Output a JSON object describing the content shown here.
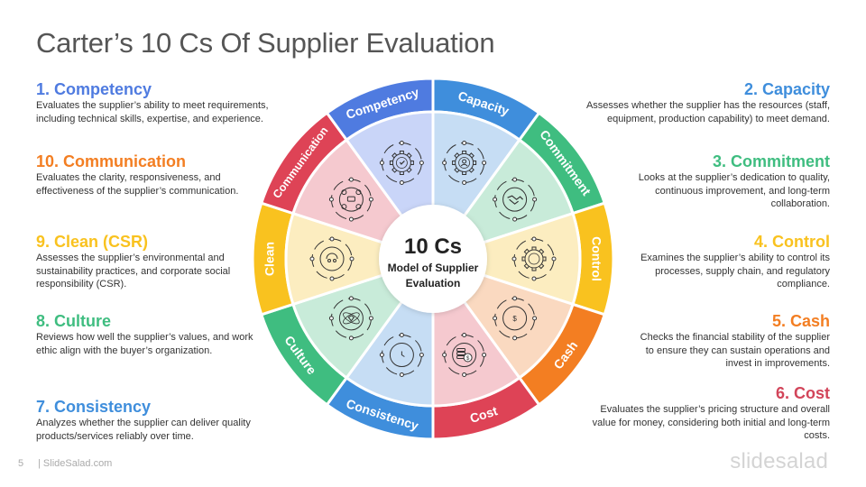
{
  "title": "Carter’s 10 Cs Of Supplier Evaluation",
  "center": {
    "heading": "10 Cs",
    "line1": "Model of Supplier",
    "line2": "Evaluation"
  },
  "items": [
    {
      "num": 1,
      "heading": "1. Competency",
      "label": "Competency",
      "color": "#4F7BE0",
      "light": "#C9D5F8",
      "icon": "gear-check-icon",
      "desc": "Evaluates the supplier’s ability to meet requirements, including technical skills, expertise, and experience."
    },
    {
      "num": 2,
      "heading": "2. Capacity",
      "label": "Capacity",
      "color": "#3F8EDC",
      "light": "#C6DDF4",
      "icon": "gear-user-icon",
      "desc": "Assesses whether the supplier has the resources (staff, equipment, production capability) to meet demand."
    },
    {
      "num": 3,
      "heading": "3. Commitment",
      "label": "Commitment",
      "color": "#3FBD80",
      "light": "#C8EBD9",
      "icon": "handshake-icon",
      "desc": "Looks at the supplier’s dedication to quality, continuous improvement, and long-term collaboration."
    },
    {
      "num": 4,
      "heading": "4. Control",
      "label": "Control",
      "color": "#F9C21F",
      "light": "#FCEDC0",
      "icon": "gear-cycle-icon",
      "desc": "Examines the supplier’s ability to control its processes, supply chain, and regulatory compliance."
    },
    {
      "num": 5,
      "heading": "5. Cash",
      "label": "Cash",
      "color": "#F37E22",
      "light": "#FAD9C0",
      "icon": "dollar-cycle-icon",
      "desc": "Checks the financial stability of the supplier to ensure they can sustain operations and invest in improvements."
    },
    {
      "num": 6,
      "heading": "6. Cost",
      "label": "Cost",
      "color": "#DE4356",
      "light": "#F5C9CF",
      "icon": "coins-dollar-icon",
      "desc": "Evaluates the supplier’s pricing structure and overall value for money, considering both initial and long-term costs."
    },
    {
      "num": 7,
      "heading": "7. Consistency",
      "label": "Consistency",
      "color": "#3F8EDC",
      "light": "#C6DDF4",
      "icon": "clock-cycle-icon",
      "desc": "Analyzes whether the supplier can deliver quality products/services reliably over time."
    },
    {
      "num": 8,
      "heading": "8. Culture",
      "label": "Culture",
      "color": "#3FBD80",
      "light": "#C8EBD9",
      "icon": "atom-diamond-icon",
      "desc": "Reviews how well the supplier’s values, and work ethic align with the buyer’s organization."
    },
    {
      "num": 9,
      "heading": "9. Clean (CSR)",
      "label": "Clean",
      "color": "#F9C21F",
      "light": "#FCEDC0",
      "icon": "globe-people-icon",
      "desc": "Assesses the supplier’s environmental and sustainability practices, and corporate social responsibility (CSR)."
    },
    {
      "num": 10,
      "heading": "10. Communication",
      "label": "Communication",
      "color": "#DE4356",
      "light": "#F5C9CF",
      "icon": "chat-network-icon",
      "desc": "Evaluates the clarity, responsiveness, and effectiveness of the supplier’s communication."
    }
  ],
  "heading_colors": {
    "competency": "#4F7BE0",
    "capacity": "#3F8EDC",
    "commitment": "#3FBD80",
    "control": "#F9C21F",
    "cash": "#F37E22",
    "cost": "#D2455A",
    "consistency": "#3F8EDC",
    "culture": "#3FBD80",
    "clean": "#F9C21F",
    "communication": "#F37E22"
  },
  "footer": {
    "page_number": "5",
    "site": "| SlideSalad.com",
    "brand": "slidesalad"
  }
}
